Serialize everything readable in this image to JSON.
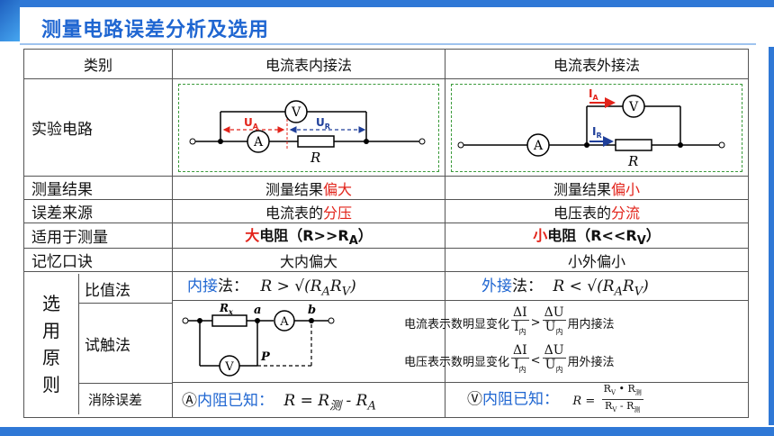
{
  "title": "测量电路误差分析及选用",
  "headers": {
    "category": "类别",
    "inner": "电流表内接法",
    "outer": "电流表外接法"
  },
  "rows": {
    "circuit": {
      "label": "实验电路"
    },
    "result": {
      "label": "测量结果",
      "inner_prefix": "测量结果",
      "inner_red": "偏大",
      "outer_prefix": "测量结果",
      "outer_red": "偏小"
    },
    "source": {
      "label": "误差来源",
      "inner_prefix": "电流表的",
      "inner_red": "分压",
      "outer_prefix": "电压表的",
      "outer_red": "分流"
    },
    "applies": {
      "label": "适用于测量",
      "inner_red": "大",
      "inner_rest": "电阻（R>>R",
      "inner_sub": "A",
      "inner_end": "）",
      "outer_red": "小",
      "outer_rest": "电阻（R<<R",
      "outer_sub": "V",
      "outer_end": "）"
    },
    "memory": {
      "label": "记忆口诀",
      "inner_red": "大内偏大",
      "outer_red": "小外偏小"
    }
  },
  "principle": {
    "label_chars": [
      "选",
      "用",
      "原",
      "则"
    ],
    "ratio": {
      "label": "比值法",
      "inner_blue": "内接",
      "inner_colon": "法：",
      "inner_formula": "R > √(R",
      "outer_blue": "外接",
      "outer_colon": "法：",
      "outer_formula": "R < √(R"
    },
    "trial": {
      "label": "试触法",
      "line1_prefix": "电流表",
      "line1_blue": "示数明显变化",
      "line1_suffix": "用内接法",
      "line2_prefix": "电压表",
      "line2_blue": "示数明显变化",
      "line2_suffix": "用外接法",
      "dI": "ΔI",
      "I": "I",
      "dU": "ΔU",
      "U": "U",
      "sub_nei": "内"
    },
    "eliminate": {
      "label": "消除误差",
      "inner_circle": "Ⓐ",
      "inner_blue": "内阻已知：",
      "outer_circle": "Ⓥ",
      "outer_blue": "内阻已知：",
      "sub_ce": "测"
    }
  },
  "circuit_labels": {
    "V": "V",
    "A": "A",
    "R": "R",
    "UA": "U",
    "UA_sub": "A",
    "UR": "U",
    "UR_sub": "R",
    "IA": "I",
    "IA_sub": "A",
    "IR": "I",
    "IR_sub": "R",
    "Rx": "R",
    "Rx_sub": "x",
    "a": "a",
    "b": "b",
    "P": "P"
  }
}
